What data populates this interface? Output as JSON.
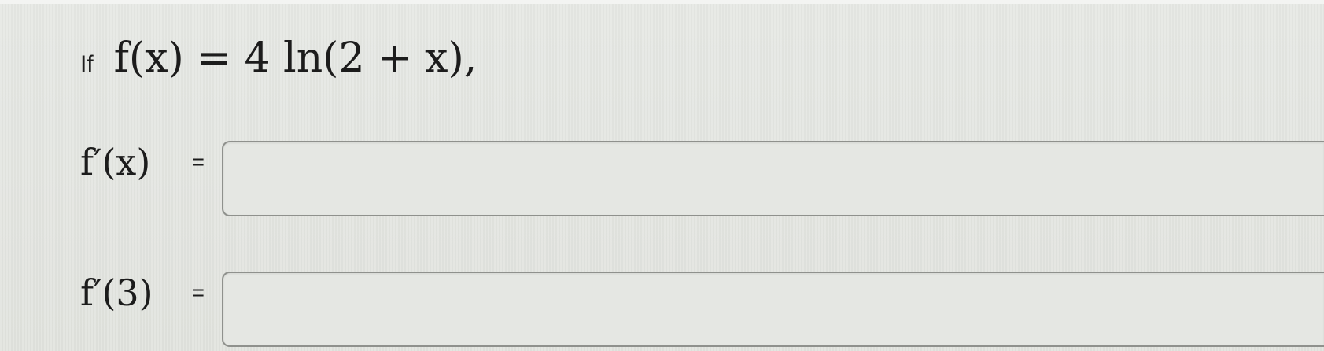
{
  "question": {
    "prefix": "If",
    "expression": "f(x) = 4 ln(2 + x),"
  },
  "answers": [
    {
      "label": "f′(x)",
      "equals": "=",
      "value": ""
    },
    {
      "label": "f′(3)",
      "equals": "=",
      "value": ""
    }
  ]
}
